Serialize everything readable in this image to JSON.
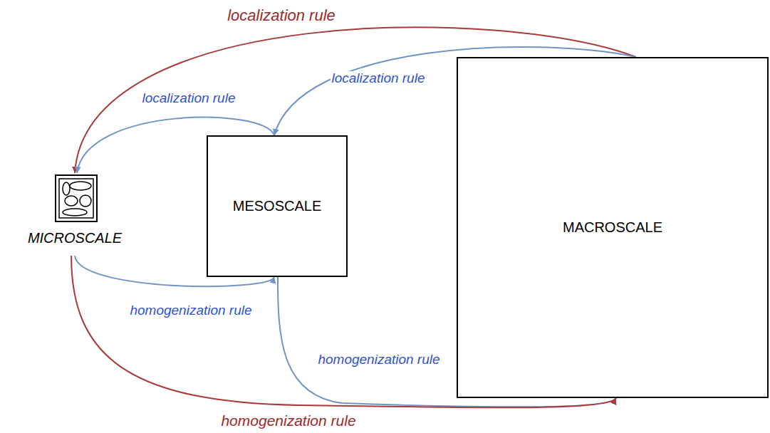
{
  "diagram": {
    "nodes": [
      {
        "text": [
          "MICROSCALE"
        ]
      },
      {
        "text": [
          "MESOSCALE"
        ]
      },
      {
        "text": [
          "MACROSCALE"
        ]
      }
    ],
    "edges": [
      {
        "from": 2,
        "to": 0,
        "arrow": "to",
        "label": "localization rule"
      },
      {
        "from": 1,
        "to": 0,
        "arrow": "to",
        "label": "localization rule"
      },
      {
        "from": 2,
        "to": 1,
        "arrow": "to",
        "label": "localization rule"
      },
      {
        "from": 0,
        "to": 1,
        "arrow": "to",
        "label": "homogenization rule"
      },
      {
        "from": 1,
        "to": 2,
        "arrow": "to",
        "label": "homogenization rule"
      },
      {
        "from": 0,
        "to": 2,
        "arrow": "to",
        "label": "homogenization rule"
      }
    ]
  }
}
